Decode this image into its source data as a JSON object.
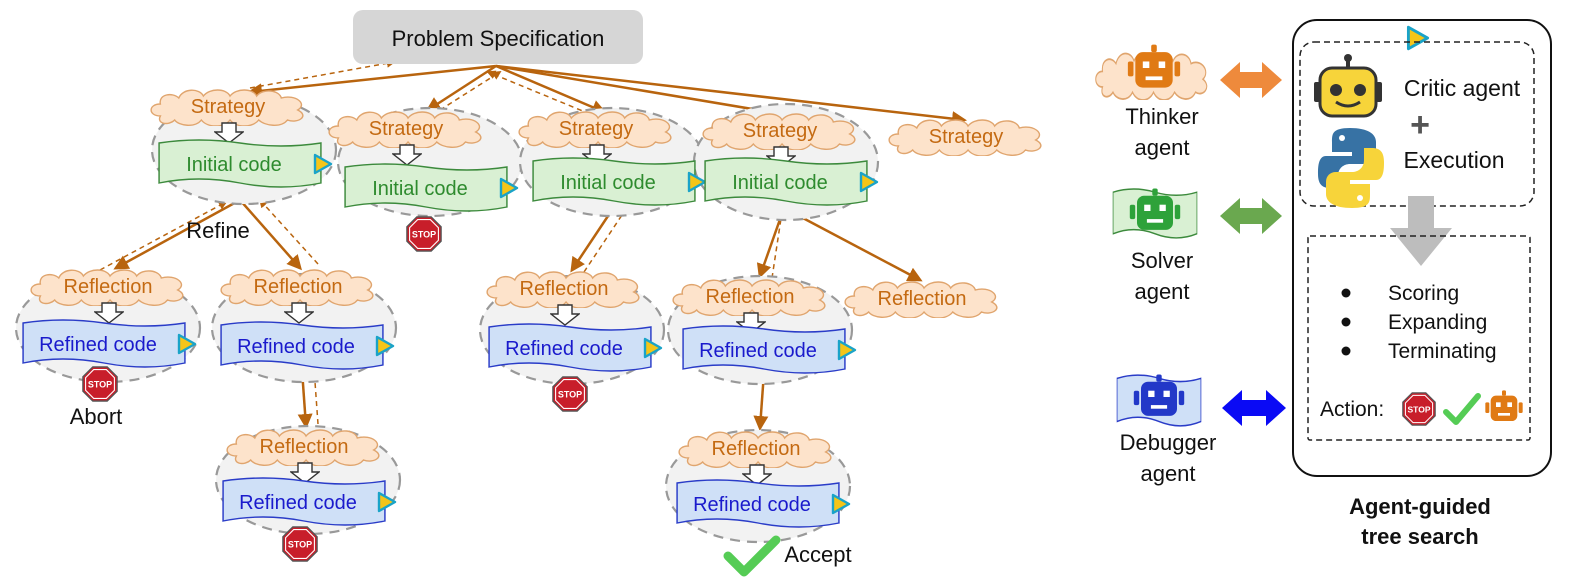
{
  "problem": {
    "label": "Problem Specification"
  },
  "nodes": {
    "strategy": "Strategy",
    "initial_code": "Initial code",
    "reflection": "Reflection",
    "refined_code": "Refined code",
    "stop": "STOP"
  },
  "edge_labels": {
    "refine": "Refine",
    "abort": "Abort",
    "accept": "Accept"
  },
  "agents": {
    "thinker": [
      "Thinker",
      "agent"
    ],
    "solver": [
      "Solver",
      "agent"
    ],
    "debugger": [
      "Debugger",
      "agent"
    ],
    "critic": "Critic agent",
    "plus": "+",
    "execution": "Execution"
  },
  "actions": {
    "items": [
      "Scoring",
      "Expanding",
      "Terminating"
    ],
    "label": "Action:"
  },
  "panel": {
    "title": [
      "Agent-guided",
      "tree search"
    ]
  },
  "colors": {
    "strategy_fill": "#FDE3CB",
    "strategy_text": "#C46A12",
    "initial_fill": "#D9F0D3",
    "initial_text": "#2E8B2E",
    "refined_fill": "#CFE0F7",
    "refined_text": "#1A1ACC",
    "edge": "#B8640E",
    "thinker_arrow": "#EE8A3C",
    "solver_arrow": "#6AA84F",
    "debugger_arrow": "#0A0AF5",
    "stop_fill": "#C81E2A",
    "accept": "#55CC55"
  }
}
